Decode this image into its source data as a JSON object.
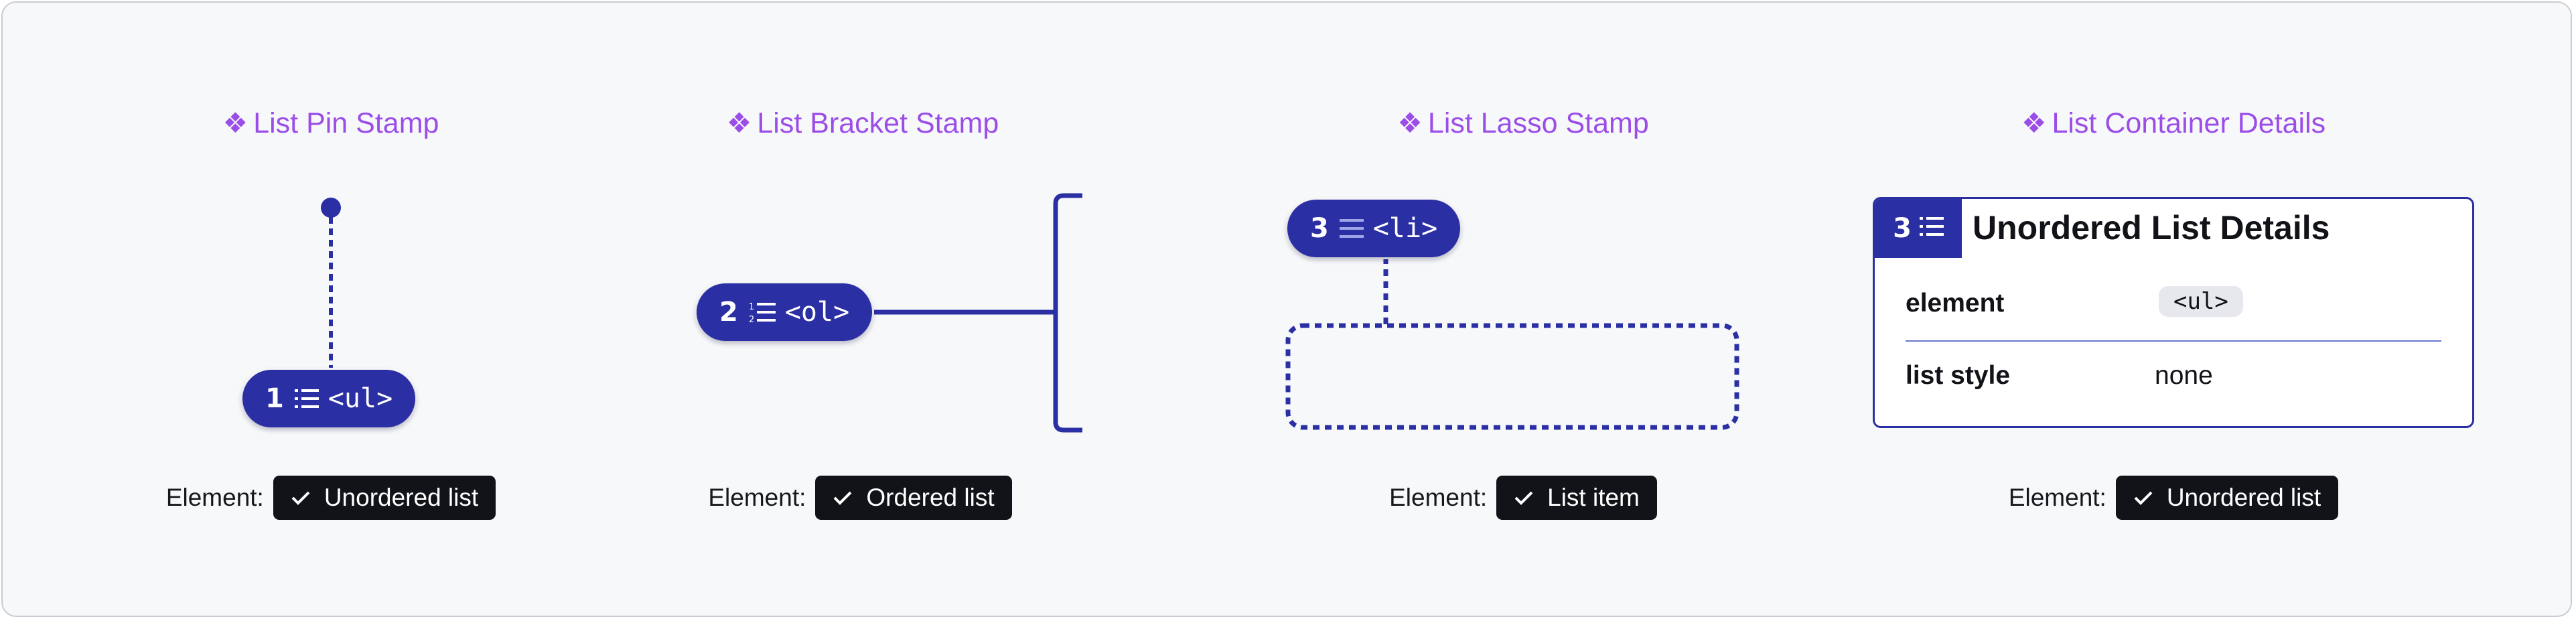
{
  "panels": [
    {
      "title": "List Pin Stamp",
      "badge_number": "1",
      "badge_icon": "unordered-list-icon",
      "badge_tag": "<ul>",
      "element_label": "Element:",
      "element_value": "Unordered list"
    },
    {
      "title": "List Bracket Stamp",
      "badge_number": "2",
      "badge_icon": "ordered-list-icon",
      "badge_tag": "<ol>",
      "element_label": "Element:",
      "element_value": "Ordered list"
    },
    {
      "title": "List Lasso Stamp",
      "badge_number": "3",
      "badge_icon": "list-icon",
      "badge_tag": "<li>",
      "element_label": "Element:",
      "element_value": "List item"
    },
    {
      "title": "List Container Details",
      "badge_number": "3",
      "badge_icon": "unordered-list-icon",
      "card_title": "Unordered List Details",
      "rows": [
        {
          "label": "element",
          "value": "<ul>"
        },
        {
          "label": "list style",
          "value": "none"
        }
      ],
      "element_label": "Element:",
      "element_value": "Unordered list"
    }
  ],
  "title_icon": "component-diamond-icon",
  "title_glyph": "❖",
  "colors": {
    "accent_purple": "#9b4de8",
    "stamp_blue": "#2b2fa4",
    "chip_dark": "#111318",
    "background": "#f7f8fa"
  }
}
